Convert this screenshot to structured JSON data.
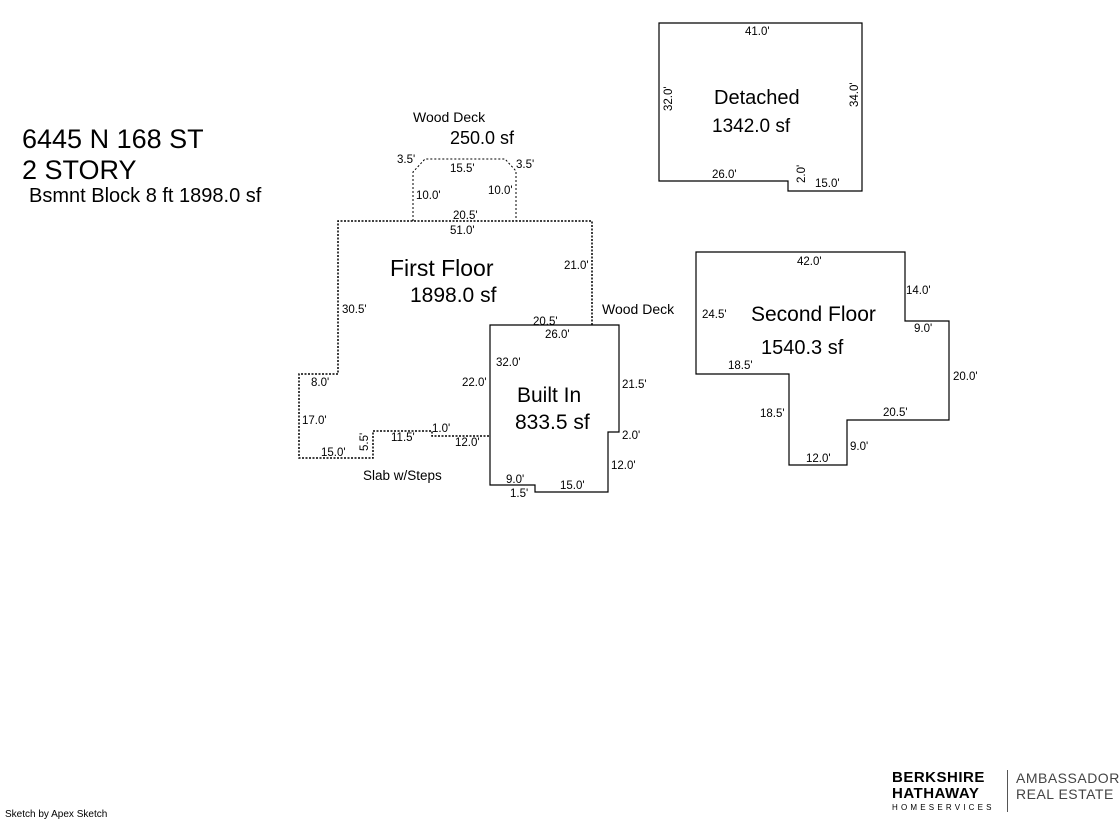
{
  "header": {
    "address": "6445 N 168 ST",
    "style": "2 STORY",
    "basement": "Bsmnt Block 8 ft 1898.0 sf"
  },
  "areas": {
    "wood_deck_top": {
      "name": "Wood Deck",
      "size": "250.0 sf"
    },
    "first_floor": {
      "name": "First Floor",
      "size": "1898.0 sf"
    },
    "built_in": {
      "name": "Built In",
      "size": "833.5 sf"
    },
    "detached": {
      "name": "Detached",
      "size": "1342.0 sf"
    },
    "second_floor": {
      "name": "Second Floor",
      "size": "1540.3 sf"
    },
    "wood_deck_side": {
      "name": "Wood Deck"
    },
    "slab": {
      "name": "Slab w/Steps"
    }
  },
  "dimensions": {
    "deck_left_diag": "3.5'",
    "deck_top": "15.5'",
    "deck_right_diag": "3.5'",
    "deck_left": "10.0'",
    "deck_right": "10.0'",
    "deck_base": "20.5'",
    "ff_top": "51.0'",
    "ff_right": "21.0'",
    "ff_left": "30.5'",
    "ff_step_top": "8.0'",
    "ff_step_left": "17.0'",
    "ff_bottom_left": "15.0'",
    "ff_slab_up": "5.5'",
    "ff_slab_run": "11.5'",
    "ff_slab_jog": "1.0'",
    "ff_slab_bottom": "12.0'",
    "ff_inner_left": "22.0'",
    "ff_bi_top_shared": "20.5'",
    "bi_top": "26.0'",
    "bi_left": "32.0'",
    "bi_right": "21.5'",
    "bi_step": "2.0'",
    "bi_right_low": "12.0'",
    "bi_bottom_left": "9.0'",
    "bi_bottom_jog": "1.5'",
    "bi_bottom": "15.0'",
    "det_top": "41.0'",
    "det_left": "32.0'",
    "det_right": "34.0'",
    "det_bottom_left": "26.0'",
    "det_jog": "2.0'",
    "det_bottom_right": "15.0'",
    "sf_top": "42.0'",
    "sf_left": "24.5'",
    "sf_right_top": "14.0'",
    "sf_right_jog": "9.0'",
    "sf_right": "20.0'",
    "sf_bottom_right": "20.5'",
    "sf_inner_v": "9.0'",
    "sf_bottom": "12.0'",
    "sf_inner_left": "18.5'",
    "sf_left_step": "18.5'"
  },
  "footer": {
    "credit": "Sketch by Apex Sketch",
    "brand_line1": "BERKSHIRE",
    "brand_line2": "HATHAWAY",
    "brand_line3": "HOMESERVICES",
    "agency_line1": "AMBASSADOR",
    "agency_line2": "REAL ESTATE"
  }
}
